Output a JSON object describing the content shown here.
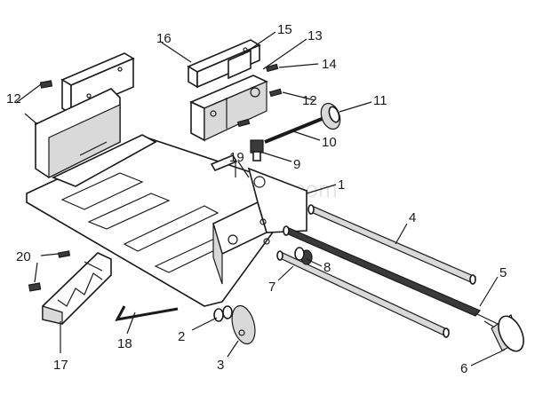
{
  "watermark": "eReplacementParts.com",
  "callouts": [
    {
      "id": "16",
      "label": "16"
    },
    {
      "id": "15",
      "label": "15"
    },
    {
      "id": "13",
      "label": "13"
    },
    {
      "id": "14",
      "label": "14"
    },
    {
      "id": "12a",
      "label": "12"
    },
    {
      "id": "12b",
      "label": "12"
    },
    {
      "id": "11",
      "label": "11"
    },
    {
      "id": "10",
      "label": "10"
    },
    {
      "id": "9",
      "label": "9"
    },
    {
      "id": "19",
      "label": "19"
    },
    {
      "id": "1",
      "label": "1"
    },
    {
      "id": "4",
      "label": "4"
    },
    {
      "id": "5",
      "label": "5"
    },
    {
      "id": "6",
      "label": "6"
    },
    {
      "id": "8",
      "label": "8"
    },
    {
      "id": "7",
      "label": "7"
    },
    {
      "id": "2",
      "label": "2"
    },
    {
      "id": "3",
      "label": "3"
    },
    {
      "id": "18",
      "label": "18"
    },
    {
      "id": "17",
      "label": "17"
    },
    {
      "id": "20",
      "label": "20"
    }
  ]
}
